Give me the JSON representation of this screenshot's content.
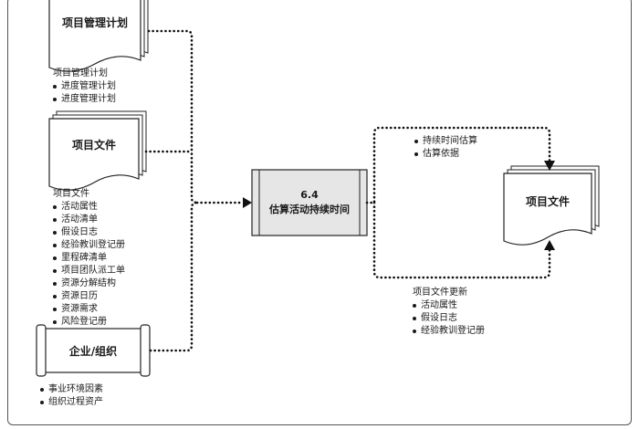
{
  "inputs": {
    "plan": {
      "title": "项目管理计划",
      "list_title": "项目管理计划",
      "items": [
        "进度管理计划",
        "进度管理计划"
      ]
    },
    "docs": {
      "title": "项目文件",
      "list_title": "项目文件",
      "items": [
        "活动属性",
        "活动清单",
        "假设日志",
        "经验教训登记册",
        "里程碑清单",
        "项目团队派工单",
        "资源分解结构",
        "资源日历",
        "资源需求",
        "风险登记册"
      ]
    },
    "org": {
      "title": "企业/组织",
      "items": [
        "事业环境因素",
        "组织过程资产"
      ]
    }
  },
  "process": {
    "number": "6.4",
    "name": "估算活动持续时间"
  },
  "outputs": {
    "docs_box": {
      "title": "项目文件"
    },
    "top_items": [
      "持续时间估算",
      "估算依据"
    ],
    "update_title": "项目文件更新",
    "update_items": [
      "活动属性",
      "假设日志",
      "经验教训登记册"
    ]
  }
}
